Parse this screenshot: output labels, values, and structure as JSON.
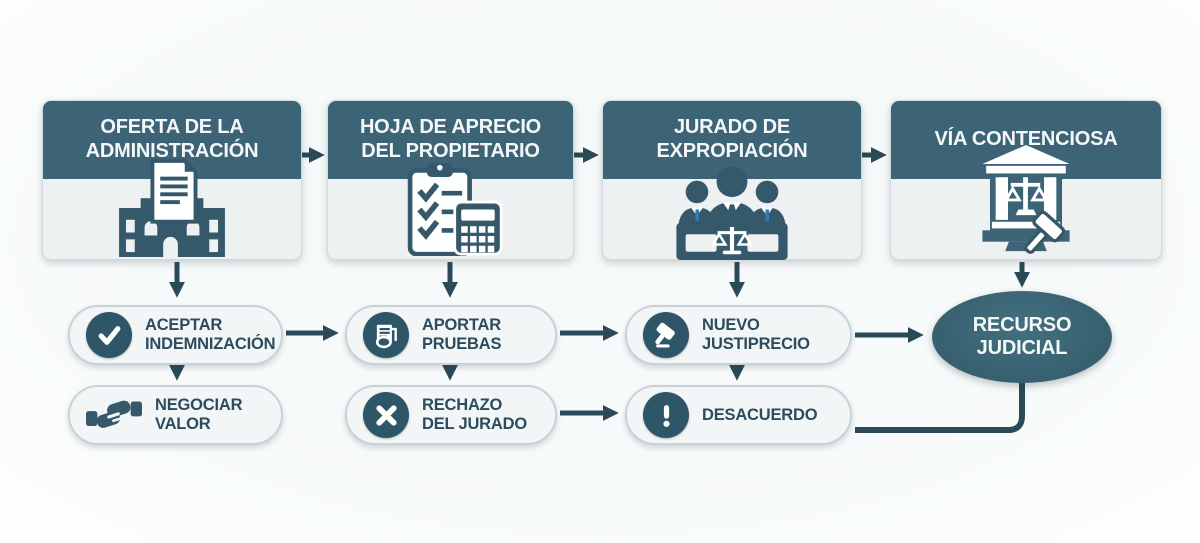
{
  "palette": {
    "header_teal": "#3d6476",
    "box_body": "#eef1f1",
    "icon_dark": "#35596b",
    "badge_circle": "#2e5568",
    "arrow": "#2b4a58",
    "pill_bg": "#f3f6f6",
    "pill_border": "#c9d3d6",
    "pill_text": "#2c4b5e",
    "terminal_bg": "#3a6473",
    "header_text": "#f4f7f8",
    "tie_blue": "#2f7cb5"
  },
  "stages": [
    {
      "lines": [
        "OFERTA DE LA",
        "ADMINISTRACIÓN"
      ],
      "icon": "government-building-document-icon"
    },
    {
      "lines": [
        "HOJA DE APRECIO",
        "DEL PROPIETARIO"
      ],
      "icon": "checklist-calculator-icon"
    },
    {
      "lines": [
        "JURADO DE",
        "EXPROPIACIÓN"
      ],
      "icon": "jury-panel-scales-icon"
    },
    {
      "lines": [
        "VÍA CONTENCIOSA"
      ],
      "icon": "courthouse-gavel-icon"
    }
  ],
  "nodes": [
    {
      "lines": [
        "ACEPTAR",
        "INDEMNIZACIÓN"
      ],
      "icon": "check-icon"
    },
    {
      "lines": [
        "NEGOCIAR",
        "VALOR"
      ],
      "icon": "handshake-icon"
    },
    {
      "lines": [
        "APORTAR",
        "PRUEBAS"
      ],
      "icon": "evidence-document-icon"
    },
    {
      "lines": [
        "RECHAZO",
        "DEL JURADO"
      ],
      "icon": "cross-icon"
    },
    {
      "lines": [
        "NUEVO",
        "JUSTIPRECIO"
      ],
      "icon": "gavel-icon"
    },
    {
      "lines": [
        "DESACUERDO"
      ],
      "icon": "exclamation-icon"
    }
  ],
  "terminal": {
    "lines": [
      "RECURSO",
      "JUDICIAL"
    ]
  }
}
